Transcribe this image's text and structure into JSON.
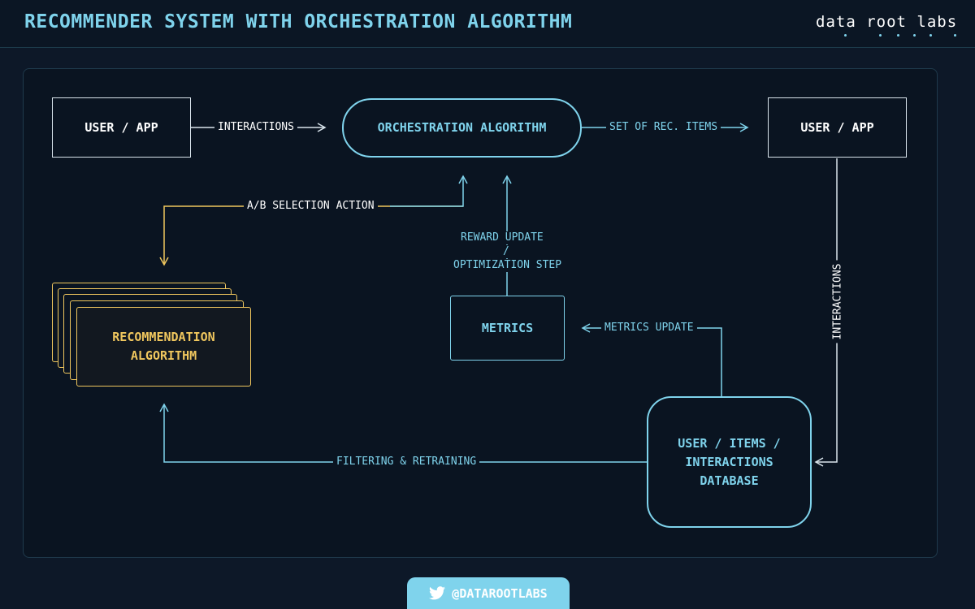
{
  "header": {
    "title": "RECOMMENDER SYSTEM WITH ORCHESTRATION ALGORITHM",
    "logo_text": "data root labs"
  },
  "nodes": {
    "user_app_left": "USER / APP",
    "orchestration": "ORCHESTRATION ALGORITHM",
    "user_app_right": "USER / APP",
    "recommendation_line1": "RECOMMENDATION",
    "recommendation_line2": "ALGORITHM",
    "metrics": "METRICS",
    "database_line1": "USER / ITEMS /",
    "database_line2": "INTERACTIONS",
    "database_line3": "DATABASE"
  },
  "edges": {
    "interactions_top": "INTERACTIONS",
    "set_of_rec_items": "SET OF REC. ITEMS",
    "ab_selection": "A/B SELECTION ACTION",
    "reward_line1": "REWARD UPDATE",
    "reward_line2": "/",
    "reward_line3": "OPTIMIZATION STEP",
    "metrics_update": "METRICS UPDATE",
    "interactions_right": "INTERACTIONS",
    "filtering": "FILTERING & RETRAINING"
  },
  "footer": {
    "twitter_handle": "@DATAROOTLABS"
  },
  "colors": {
    "background": "#0d1828",
    "accent_blue": "#7fd3ec",
    "accent_yellow": "#f0c75e",
    "white": "#ffffff"
  }
}
